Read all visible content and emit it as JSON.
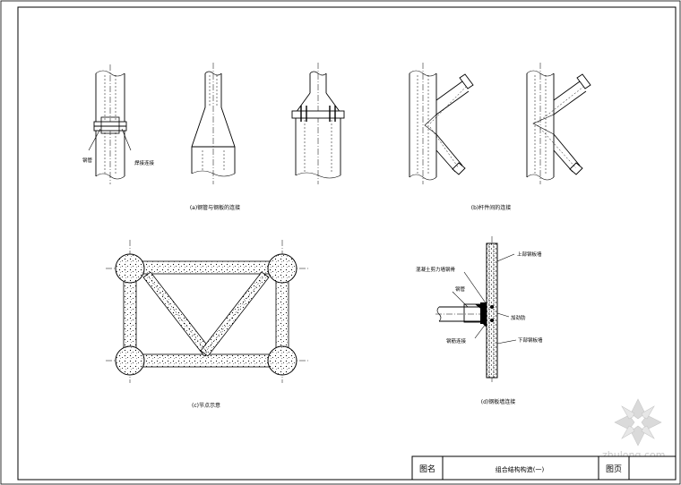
{
  "drawing": {
    "captions": {
      "a": "(a)钢管与钢板的连接",
      "b": "(b)杆件间的连接",
      "c": "(c)节点示意",
      "d": "(d)钢板墙连接"
    },
    "labels": {
      "a_pipe": "钢管",
      "a_weld": "焊接连接",
      "d_top": "上部钢板墙",
      "d_left_top": "混凝土剪力墙钢骨",
      "d_pipe": "钢管",
      "d_right_mid": "加劲肋",
      "d_left_bottom": "钢筋连接",
      "d_bottom": "下部钢板墙"
    }
  },
  "title_block": {
    "drawing_name_label": "图名",
    "drawing_name": "组合结构构造(一)",
    "page_label": "图页"
  },
  "watermark": {
    "text": "zhulong.com"
  }
}
